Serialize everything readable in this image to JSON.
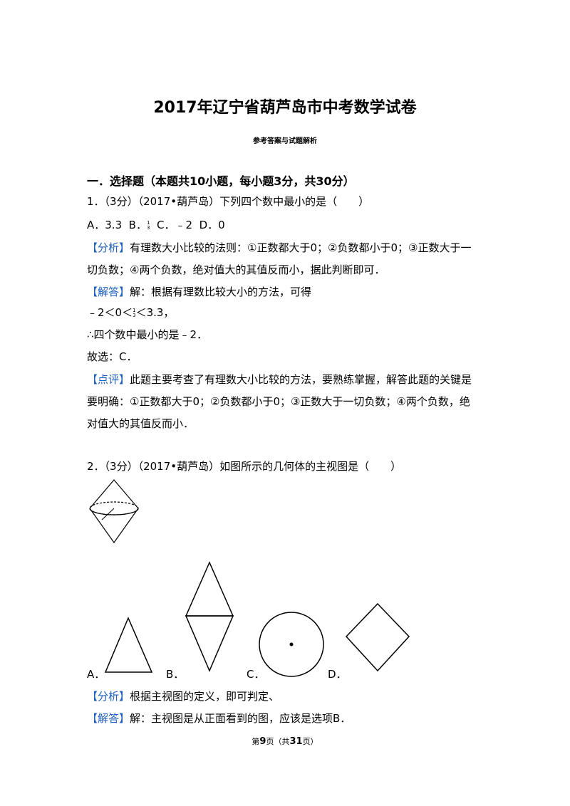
{
  "title": "2017年辽宁省葫芦岛市中考数学试卷",
  "subtitle": "参考答案与试题解析",
  "section": "一．选择题（本题共10小题，每小题3分，共30分）",
  "q1": {
    "stem": "1．（3分）（2017•葫芦岛）下列四个数中最小的是（　　）",
    "options": {
      "a": "A．3.3",
      "b": "B．",
      "b_frac_num": "1",
      "b_frac_den": "3",
      "c": "C．﹣2",
      "d": "D．0"
    },
    "analysis_tag": "【分析】",
    "analysis_1": "有理数大小比较的法则：①正数都大于0；②负数都小于0；③正数大于一",
    "analysis_2": "切负数；④两个负数，绝对值大的其值反而小，据此判断即可．",
    "answer_tag": "【解答】",
    "answer_1": "解：根据有理数比较大小的方法，可得",
    "answer_2a": "﹣2＜0＜",
    "answer_2b": "＜3.3，",
    "answer_3": "∴四个数中最小的是﹣2．",
    "answer_4": "故选：C．",
    "comment_tag": "【点评】",
    "comment_1": "此题主要考查了有理数大小比较的方法，要熟练掌握，解答此题的关键是",
    "comment_2": "要明确：①正数都大于0；②负数都小于0；③正数大于一切负数；④两个负数，绝",
    "comment_3": "对值大的其值反而小．"
  },
  "q2": {
    "stem": "2．（3分）（2017•葫芦岛）如图所示的几何体的主视图是（　　）",
    "option_labels": [
      "A．",
      "B．",
      "C．",
      "D．"
    ],
    "analysis_tag": "【分析】",
    "analysis": "根据主视图的定义，即可判定、",
    "answer_tag": "【解答】",
    "answer": "解：主视图是从正面看到的图，应该是选项B．"
  },
  "footer": {
    "prefix": "第",
    "page": "9",
    "mid": "页（共",
    "total": "31",
    "suffix": "页）"
  }
}
